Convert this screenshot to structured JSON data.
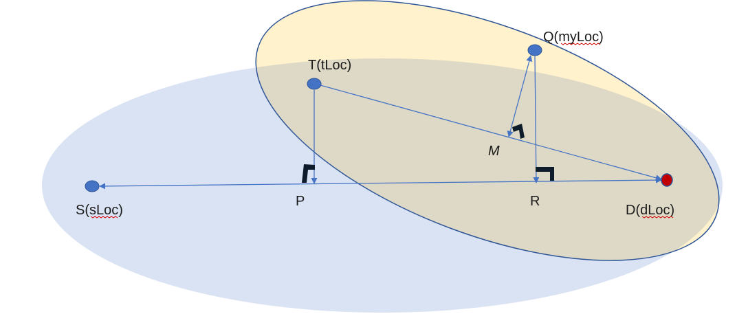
{
  "points": {
    "S": {
      "label": "S(sLoc)",
      "prefix": "S(",
      "name": "sLoc",
      "suffix": ")",
      "color": "#4472c4"
    },
    "T": {
      "label": "T(tLoc)",
      "color": "#4472c4"
    },
    "Q": {
      "label": "Q(myLoc)",
      "prefix": "Q(",
      "name": "myLoc",
      "suffix": ")",
      "color": "#4472c4"
    },
    "D": {
      "label": "D(dLoc)",
      "prefix": "D(",
      "name": "dLoc",
      "suffix": ")",
      "color": "#c00000"
    },
    "P": {
      "label": "P"
    },
    "R": {
      "label": "R"
    },
    "M": {
      "label": "M"
    }
  },
  "colors": {
    "large_ellipse_fill": "#dae3f3",
    "tilted_ellipse_fill": "#fff2cc",
    "tilted_ellipse_stroke": "#2f5597",
    "connector": "#4472c4",
    "right_angle_marker": "#0d1b2a",
    "spellcheck_underline": "#d00000"
  }
}
